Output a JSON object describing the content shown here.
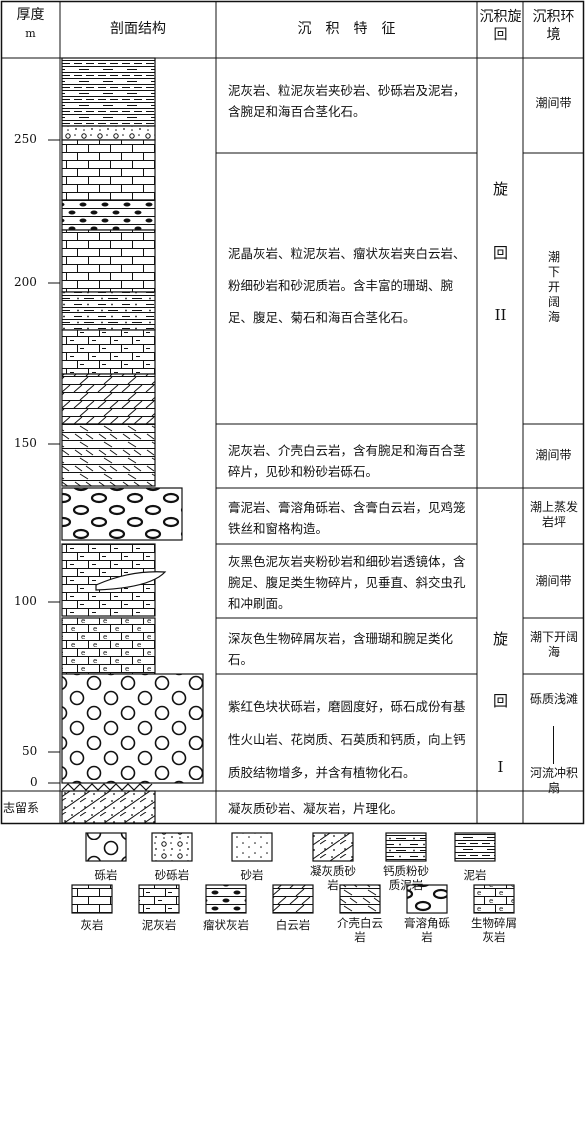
{
  "header": {
    "depth": "厚度",
    "depth_unit": "m",
    "profile": "剖面结构",
    "features": "沉　积　特　征",
    "cycle": "沉积旋回",
    "environment": "沉积环境"
  },
  "depth_ticks": [
    "250",
    "200",
    "150",
    "100",
    "50",
    "0"
  ],
  "base_label": "志留系",
  "descriptions": [
    "泥灰岩、粒泥灰岩夹砂岩、砂砾岩及泥岩，含腕足和海百合茎化石。",
    "泥晶灰岩、粒泥灰岩、瘤状灰岩夹白云岩、粉细砂岩和砂泥质岩。含丰富的珊瑚、腕足、腹足、菊石和海百合茎化石。",
    "泥灰岩、介壳白云岩，含有腕足和海百合茎碎片，见砂和粉砂岩砾石。",
    "膏泥岩、膏溶角砾岩、含膏白云岩，见鸡笼铁丝和窗格构造。",
    "灰黑色泥灰岩夹粉砂岩和细砂岩透镜体，含腕足、腹足类生物碎片，见垂直、斜交虫孔和冲刷面。",
    "深灰色生物碎屑灰岩，含珊瑚和腕足类化石。",
    "紫红色块状砾岩，磨圆度好，砾石成份有基性火山岩、花岗质、石英质和钙质，向上钙质胶结物增多，并含有植物化石。",
    "凝灰质砂岩、凝灰岩，片理化。"
  ],
  "cycles": {
    "upper": [
      "旋",
      "回",
      "II"
    ],
    "lower": [
      "旋",
      "回",
      "I"
    ]
  },
  "environments": [
    "潮间带",
    "潮下开阔海",
    "潮间带",
    "潮上蒸发岩坪",
    "潮间带",
    "潮下开阔海",
    "砾质浅滩",
    "河流冲积扇"
  ],
  "legend": [
    "砾岩",
    "砂砾岩",
    "砂岩",
    "凝灰质砂岩",
    "钙质粉砂质泥岩",
    "泥岩",
    "灰岩",
    "泥灰岩",
    "瘤状灰岩",
    "白云岩",
    "介壳白云岩",
    "膏溶角砾岩",
    "生物碎屑灰岩"
  ]
}
